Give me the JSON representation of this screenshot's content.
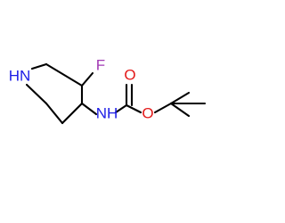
{
  "molecule": {
    "atoms": {
      "nitrogen_ring": {
        "label": "HN",
        "color": "#1c1ce6"
      },
      "fluorine": {
        "label": "F",
        "color": "#a23ab4"
      },
      "nitrogen_amide": {
        "label": "NH",
        "color": "#1c1ce6"
      },
      "oxygen_carbonyl": {
        "label": "O",
        "color": "#e31a1a"
      },
      "oxygen_ester": {
        "label": "O",
        "color": "#e31a1a"
      }
    },
    "bond_color": "#000000"
  }
}
